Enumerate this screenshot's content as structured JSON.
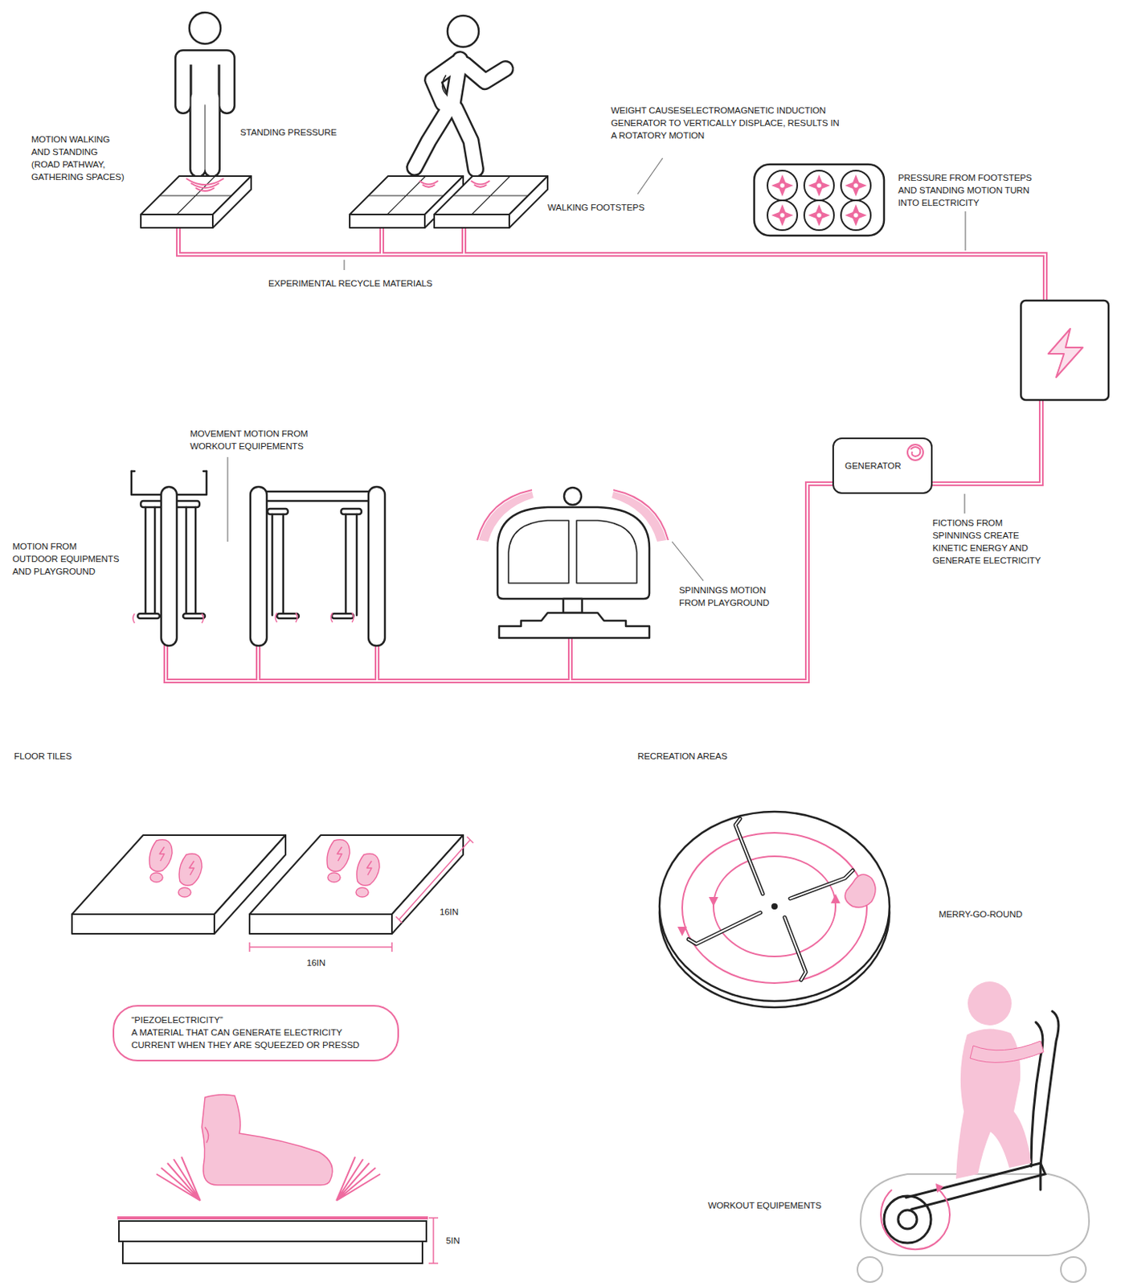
{
  "diagram": {
    "nodes": [
      {
        "text": [
          "GENERATOR"
        ]
      },
      {
        "text": [
          "“PIEZOELECTRICITY”",
          "A MATERIAL THAT CAN GENERATE ELECTRICITY CURRENT WHEN THEY ARE SQUEEZED OR PRESSD"
        ]
      }
    ],
    "labels": [
      "MOTION WALKING AND STANDING (ROAD PATHWAY, GATHERING SPACES)",
      "STANDING PRESSURE",
      "WEIGHT CAUSESELECTROMAGNETIC INDUCTION GENERATOR TO VERTICALLY DISPLACE, RESULTS IN A ROTATORY MOTION",
      "WALKING FOOTSTEPS",
      "PRESSURE FROM FOOTSTEPS AND STANDING MOTION TURN INTO ELECTRICITY",
      "EXPERIMENTAL RECYCLE MATERIALS",
      "MOVEMENT MOTION FROM WORKOUT EQUIPEMENTS",
      "MOTION FROM OUTDOOR EQUIPMENTS AND PLAYGROUND",
      "SPINNINGS MOTION FROM PLAYGROUND",
      "FICTIONS FROM SPINNINGS CREATE KINETIC ENERGY AND GENERATE ELECTRICITY",
      "FLOOR TILES",
      "RECREATION AREAS",
      "16IN",
      "16IN",
      "MERRY-GO-ROUND",
      "5IN",
      "WORKOUT EQUIPEMENTS"
    ]
  }
}
